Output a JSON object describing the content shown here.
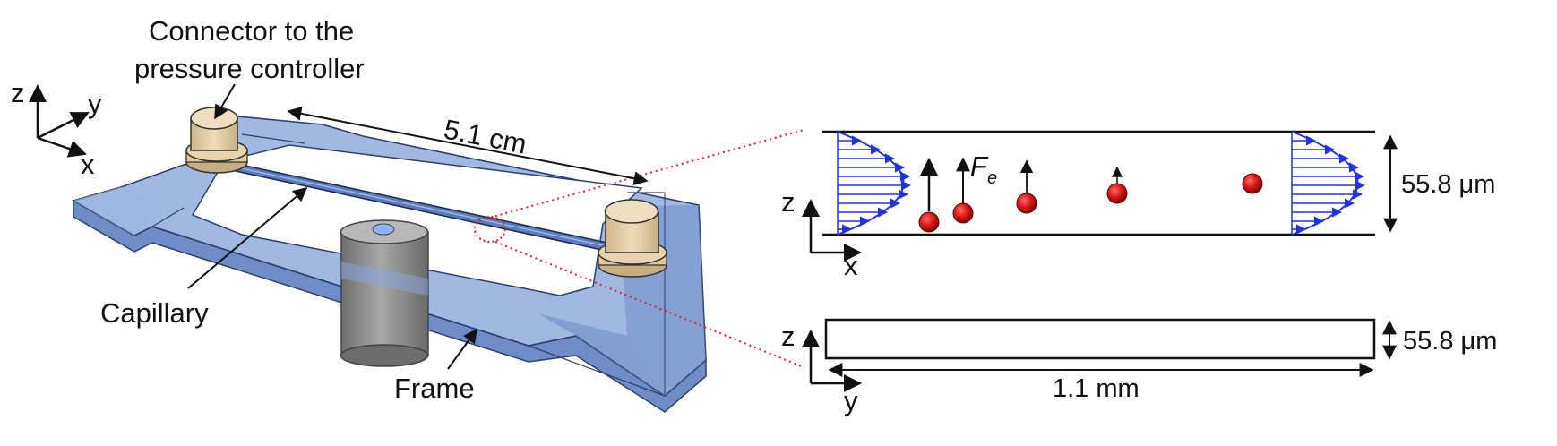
{
  "left_panel": {
    "connector_label_line1": "Connector to the",
    "connector_label_line2": "pressure controller",
    "capillary_label": "Capillary",
    "frame_label": "Frame",
    "length_label": "5.1 cm",
    "axes": {
      "z": "z",
      "y": "y",
      "x": "x"
    }
  },
  "side_view": {
    "axes": {
      "z": "z",
      "x": "x"
    },
    "height_label": "55.8 μm",
    "force_symbol": "F",
    "force_subscript": "e"
  },
  "cross_section": {
    "axes": {
      "z": "z",
      "y": "y"
    },
    "height_label": "55.8 μm",
    "width_label": "1.1 mm"
  },
  "colors": {
    "frame_blue": "#7e9cd4",
    "frame_edge": "#2c3f6e",
    "connector_tan": "#e4cfa8",
    "objective_gray": "#8c8c8c",
    "flow_arrow_blue": "#2233dd",
    "particle_red": "#cc1111",
    "zoom_dotted_red": "#dd2222"
  }
}
